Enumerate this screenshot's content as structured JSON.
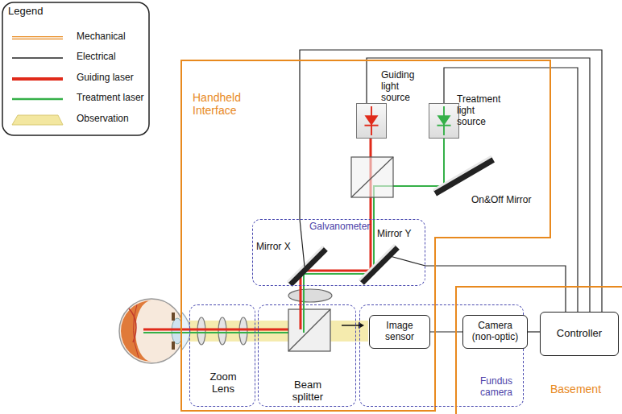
{
  "diagram": {
    "nodes": [
      {
        "text": [
          "Handheld Interface"
        ]
      },
      {
        "text": [
          "Basement"
        ]
      },
      {
        "text": [
          "Guiding light source"
        ],
        "in": 0
      },
      {
        "text": [
          "Treatment light source"
        ],
        "in": 0
      },
      {
        "text": [
          "Galvanometer"
        ],
        "in": 0
      },
      {
        "text": [
          "Zoom Lens"
        ],
        "in": 0
      },
      {
        "text": [
          "Beam splitter"
        ],
        "in": 0
      },
      {
        "text": [
          "Fundus camera"
        ],
        "in": 0
      },
      {
        "text": [
          "Image sensor"
        ],
        "in": 7
      },
      {
        "text": [
          "Camera (non-optic)"
        ],
        "in": 7
      },
      {
        "text": [
          "Controller"
        ],
        "in": 1
      }
    ],
    "edges": [
      {
        "from": 10,
        "to": 2,
        "arrow": "none"
      },
      {
        "from": 10,
        "to": 3,
        "arrow": "none"
      },
      {
        "from": 10,
        "to": 4,
        "arrow": "none"
      },
      {
        "from": 10,
        "to": 4,
        "arrow": "none"
      },
      {
        "from": 8,
        "to": 9,
        "arrow": "none"
      },
      {
        "from": 9,
        "to": 10,
        "arrow": "none"
      }
    ],
    "labels": [
      "Legend",
      "Mirror X",
      "Mirror Y",
      "On&Off Mirror"
    ],
    "legend": [
      {
        "text": "Mechanical"
      },
      {
        "text": "Electrical"
      },
      {
        "text": "Guiding laser"
      },
      {
        "text": "Treatment laser"
      },
      {
        "text": "Observation"
      }
    ]
  }
}
